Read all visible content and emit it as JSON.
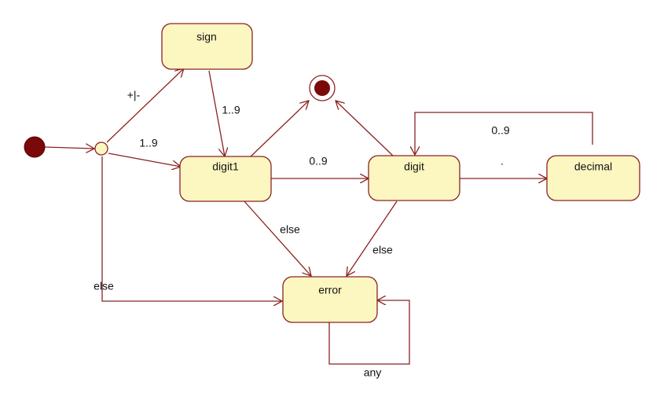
{
  "states": {
    "sign": "sign",
    "digit1": "digit1",
    "digit": "digit",
    "decimal": "decimal",
    "error": "error"
  },
  "transitions": {
    "choice_to_sign": "+|-",
    "sign_to_digit1": "1..9",
    "choice_to_digit1": "1..9",
    "digit1_to_digit": "0..9",
    "decimal_to_digit": "0..9",
    "digit_to_decimal": ".",
    "digit1_to_error": "else",
    "digit_to_error": "else",
    "choice_to_error": "else",
    "error_self": "any"
  },
  "colors": {
    "state_fill": "#fcf6c0",
    "border": "#8a2323",
    "initial_fill": "#7a0a0a"
  }
}
